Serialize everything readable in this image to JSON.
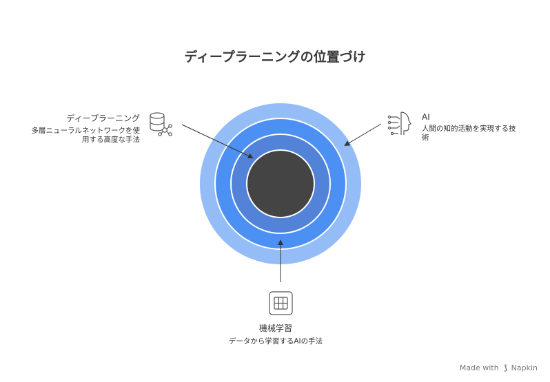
{
  "title": "ディープラーニングの位置づけ",
  "nodes": {
    "deep_learning": {
      "title": "ディープラーニング",
      "description_line1": "多層ニューラルネットワークを使",
      "description_line2": "用する高度な手法",
      "icon": "database-network-icon"
    },
    "ai": {
      "title": "AI",
      "description_line1": "人間の知的活動を実現する技",
      "description_line2": "術",
      "icon": "ai-head-icon"
    },
    "machine_learning": {
      "title": "機械学習",
      "description": "データから学習するAIの手法",
      "icon": "table-icon"
    }
  },
  "colors": {
    "ring_outer": "#94bdf7",
    "ring_middle": "#4d90f4",
    "ring_inner": "#5283d9",
    "core": "#444444",
    "separator": "#ffffff",
    "arrow": "#333333"
  },
  "footer": {
    "prefix": "Made with",
    "brand": "Napkin"
  }
}
